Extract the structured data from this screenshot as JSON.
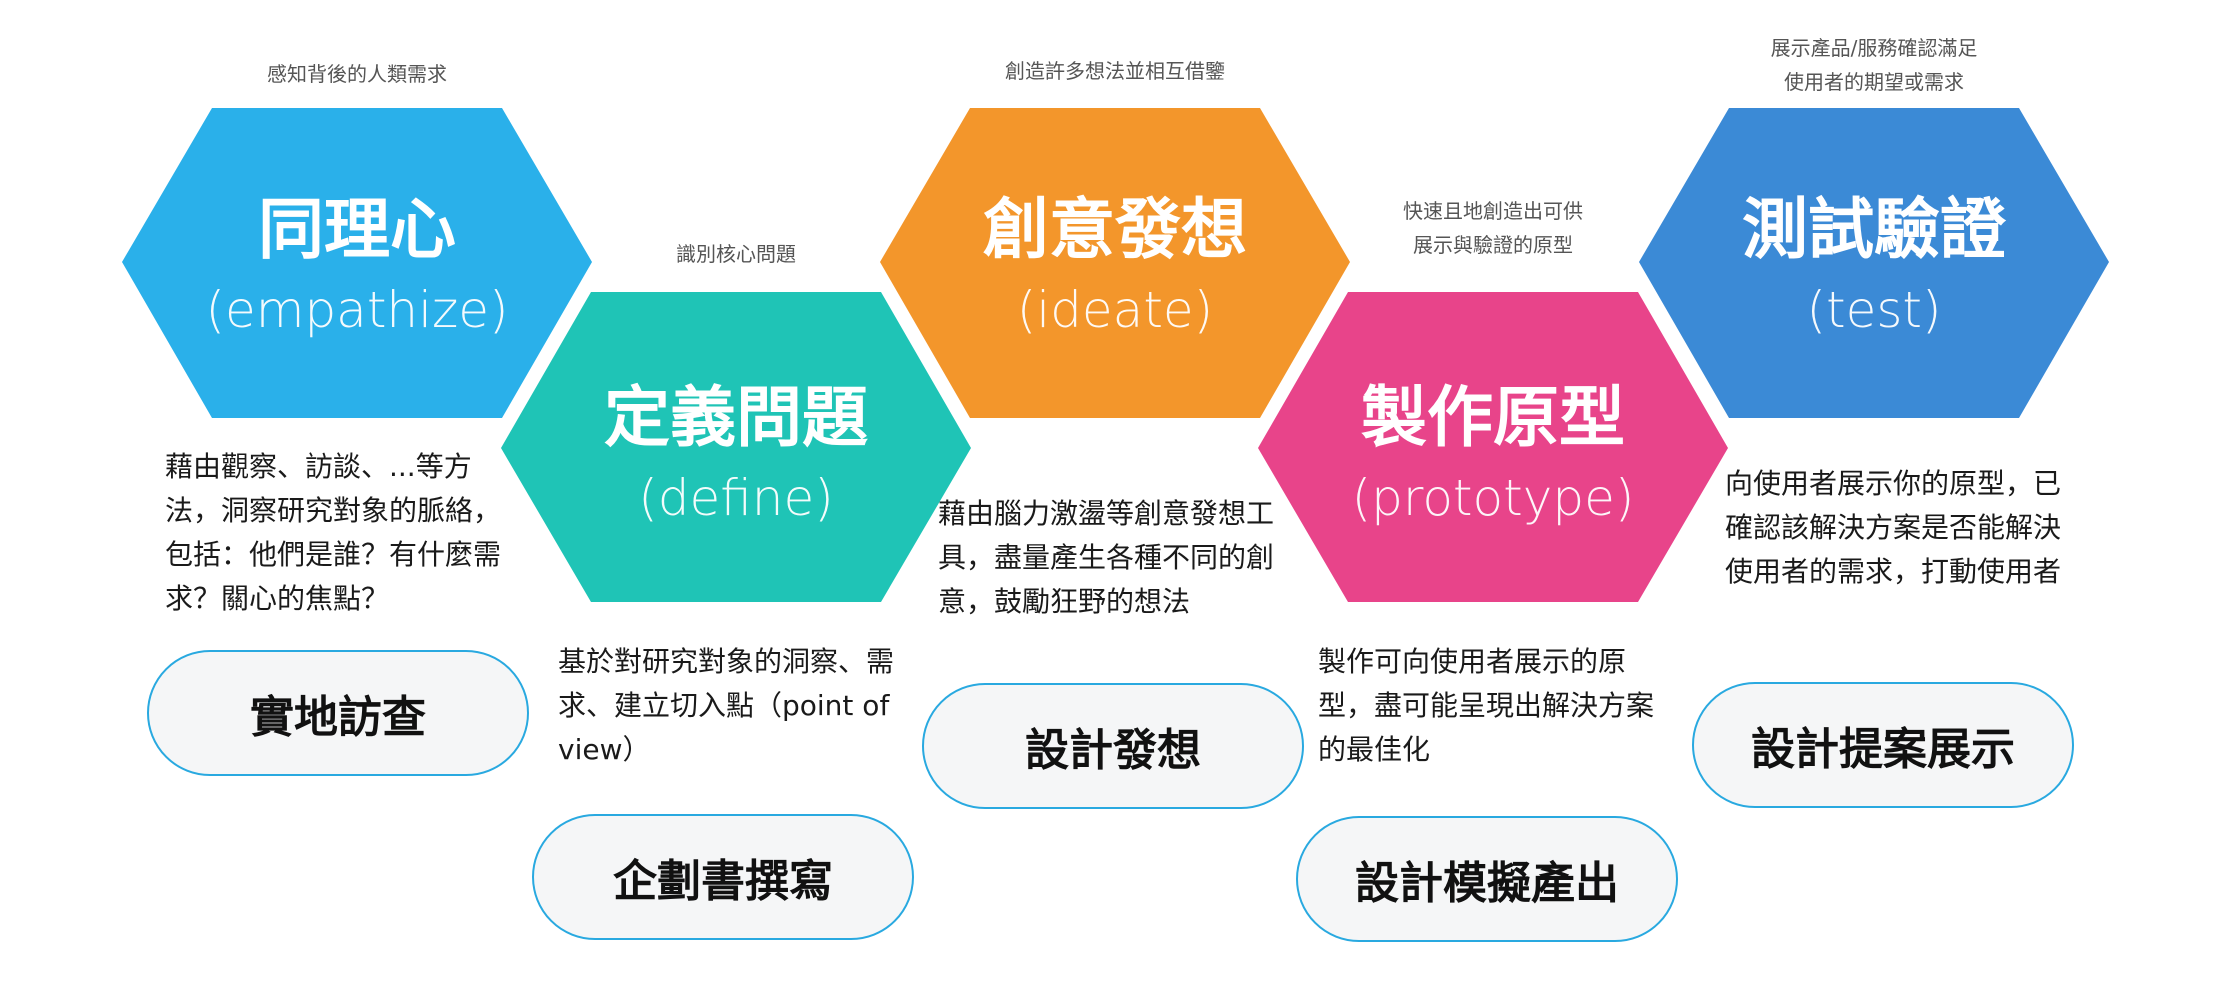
{
  "stages": [
    {
      "id": "empathize",
      "title": "同理心",
      "subtitle": "(empathize)",
      "caption": [
        "感知背後的人類需求"
      ],
      "description": "藉由觀察、訪談、...等方法，洞察研究對象的脈絡，包括：他們是誰？有什麼需求？關心的焦點？",
      "deliverable": "實地訪查",
      "color": "#2ab0ea"
    },
    {
      "id": "define",
      "title": "定義問題",
      "subtitle": "(define)",
      "caption": [
        "識別核心問題"
      ],
      "description": "基於對研究對象的洞察、需求、建立切入點（point of view）",
      "deliverable": "企劃書撰寫",
      "color": "#1fc4b6"
    },
    {
      "id": "ideate",
      "title": "創意發想",
      "subtitle": "(ideate)",
      "caption": [
        "創造許多想法並相互借鑒"
      ],
      "description": "藉由腦力激盪等創意發想工具，盡量產生各種不同的創意，鼓勵狂野的想法",
      "deliverable": "設計發想",
      "color": "#f3962b"
    },
    {
      "id": "prototype",
      "title": "製作原型",
      "subtitle": "(prototype)",
      "caption": [
        "快速且地創造出可供",
        "展示與驗證的原型"
      ],
      "description": "製作可向使用者展示的原型，盡可能呈現出解決方案的最佳化",
      "deliverable": "設計模擬產出",
      "color": "#e8448a"
    },
    {
      "id": "test",
      "title": "測試驗證",
      "subtitle": "(test)",
      "caption": [
        "展示產品/服務確認滿足",
        "使用者的期望或需求"
      ],
      "description": "向使用者展示你的原型，已確認該解決方案是否能解決使用者的需求，打動使用者",
      "deliverable": "設計提案展示",
      "color": "#3b8ad6"
    }
  ]
}
